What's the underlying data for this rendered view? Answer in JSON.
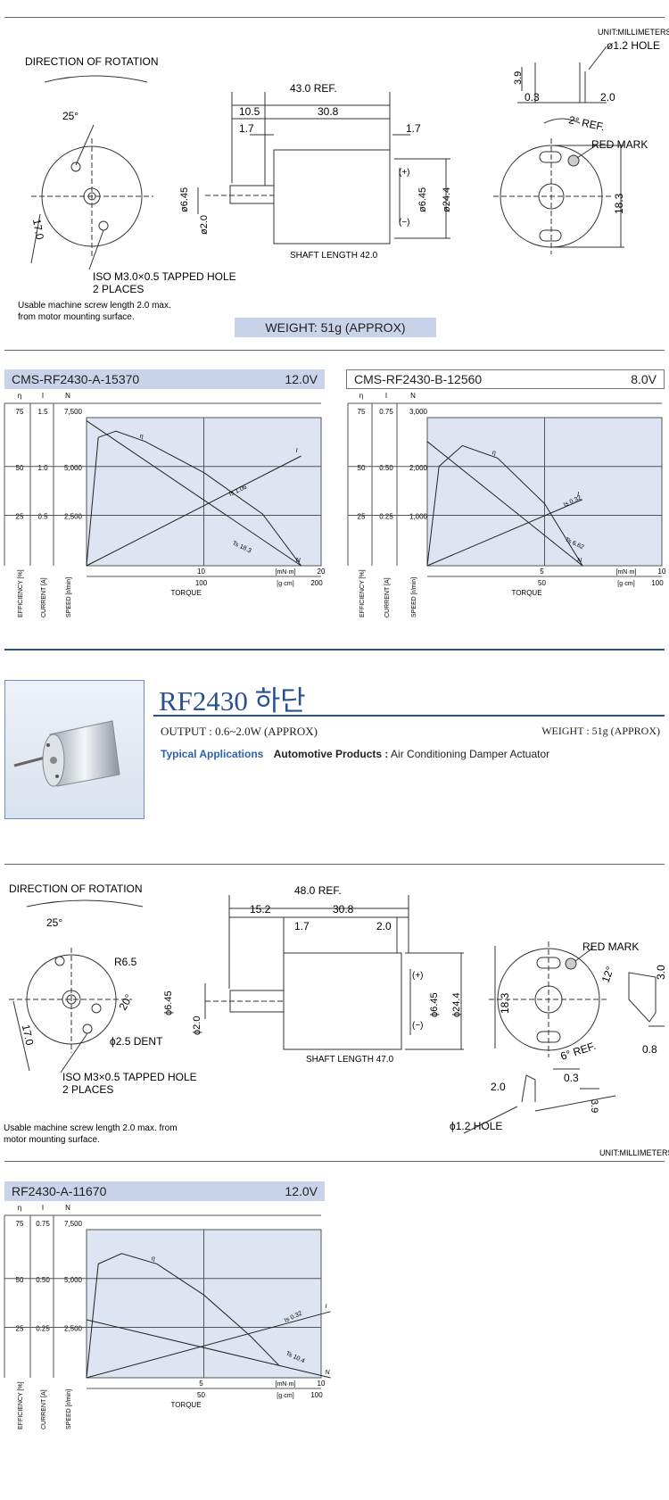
{
  "top_drawing": {
    "unit_label": "UNIT:MILLIMETERS",
    "direction_label": "DIRECTION OF ROTATION",
    "angle_25": "25°",
    "dim_170": "17.0",
    "tapped_hole_line1": "ISO M3.0×0.5 TAPPED HOLE",
    "tapped_hole_line2": "2 PLACES",
    "screw_note_line1": "Usable machine screw length 2.0 max.",
    "screw_note_line2": "from motor mounting surface.",
    "dim_43_ref": "43.0 REF.",
    "dim_10_5": "10.5",
    "dim_30_8": "30.8",
    "dim_1_7a": "1.7",
    "dim_1_7b": "1.7",
    "dim_645": "ø6.45",
    "dim_20": "ø2.0",
    "dim_645_right": "ø6.45",
    "dim_244": "ø24.4",
    "plus": "(+)",
    "minus": "(−)",
    "shaft_length": "SHAFT LENGTH 42.0",
    "hole_label": "ø1.2 HOLE",
    "dim_3_9": "3.9",
    "dim_0_3": "0.3",
    "dim_2_0": "2.0",
    "ref_2": "2° REF.",
    "red_mark": "RED MARK",
    "dim_18_3": "18.3",
    "weight": "WEIGHT: 51g (APPROX)"
  },
  "charts_top": [
    {
      "model": "CMS-RF2430-A-15370",
      "voltage": "12.0V",
      "eta_ticks": [
        "75",
        "50",
        "25"
      ],
      "i_ticks": [
        "1.5",
        "1.0",
        "0.5"
      ],
      "n_ticks": [
        "7,500",
        "5,000",
        "2,500"
      ],
      "mnm_ticks": [
        "10",
        "20"
      ],
      "gcm_ticks": [
        "100",
        "200"
      ],
      "mnm_unit": "[mN·m]",
      "gcm_unit": "[g·cm]",
      "torque": "TORQUE",
      "is_label": "Is 1.06",
      "ts_label": "Ts 18.3"
    },
    {
      "model": "CMS-RF2430-B-12560",
      "voltage": "8.0V",
      "eta_ticks": [
        "75",
        "50",
        "25"
      ],
      "i_ticks": [
        "0.75",
        "0.50",
        "0.25"
      ],
      "n_ticks": [
        "3,000",
        "2,000",
        "1,000"
      ],
      "mnm_ticks": [
        "5",
        "10"
      ],
      "gcm_ticks": [
        "50",
        "100"
      ],
      "mnm_unit": "[mN·m]",
      "gcm_unit": "[g·cm]",
      "torque": "TORQUE",
      "is_label": "Is 0.32",
      "ts_label": "Ts 6.62"
    }
  ],
  "axis_headers": {
    "eta": "η",
    "i": "I",
    "n": "N"
  },
  "axis_titles": {
    "efficiency": "EFFICIENCY [%]",
    "current": "CURRENT [A]",
    "speed": "SPEED [r/min]"
  },
  "product": {
    "title": "RF2430 하단",
    "output": "OUTPUT : 0.6~2.0W (APPROX)",
    "weight": "WEIGHT : 51g (APPROX)",
    "typical_label": "Typical Applications",
    "app_bold": "Automotive Products :",
    "app_text": "Air Conditioning Damper Actuator"
  },
  "bottom_drawing": {
    "direction_label": "DIRECTION OF ROTATION",
    "angle_25": "25°",
    "r65": "R6.5",
    "angle_20": "20°",
    "dim_170": "17.0",
    "dent": "ϕ2.5 DENT",
    "tapped_hole_line1": "ISO M3×0.5 TAPPED HOLE",
    "tapped_hole_line2": "2 PLACES",
    "screw_note_line1": "Usable machine screw length 2.0 max. from",
    "screw_note_line2": "motor mounting surface.",
    "dim_48_ref": "48.0 REF.",
    "dim_15_2": "15.2",
    "dim_30_8": "30.8",
    "dim_1_7": "1.7",
    "dim_2_0": "2.0",
    "dim_645": "ϕ6.45",
    "dim_20": "ϕ2.0",
    "dim_645_right": "ϕ6.45",
    "dim_244": "ϕ24.4",
    "plus": "(+)",
    "minus": "(−)",
    "shaft_length": "SHAFT LENGTH 47.0",
    "red_mark": "RED MARK",
    "dim_18_3": "18.3",
    "angle_12": "12°",
    "ref_6": "6° REF.",
    "dim_3_0": "3.0",
    "dim_0_8": "0.8",
    "dim_2_0b": "2.0",
    "dim_0_3": "0.3",
    "dim_3_9": "3.9",
    "hole_label": "ϕ1.2 HOLE",
    "unit_label": "UNIT:MILLIMETERS"
  },
  "chart_bottom": {
    "model": "RF2430-A-11670",
    "voltage": "12.0V",
    "eta_ticks": [
      "75",
      "50",
      "25"
    ],
    "i_ticks": [
      "0.75",
      "0.50",
      "0.25"
    ],
    "n_ticks": [
      "7,500",
      "5,000",
      "2,500"
    ],
    "mnm_ticks": [
      "5",
      "10"
    ],
    "gcm_ticks": [
      "50",
      "100"
    ],
    "mnm_unit": "[mN·m]",
    "gcm_unit": "[g·cm]",
    "torque": "TORQUE",
    "is_label": "Is 0.32",
    "ts_label": "Ts 10.4"
  },
  "chart_data": [
    {
      "type": "line",
      "title": "CMS-RF2430-A-15370 12.0V",
      "xlabel": "TORQUE",
      "xlim": [
        0,
        20
      ],
      "series": [
        {
          "name": "η",
          "x": [
            0,
            1,
            2.5,
            5,
            10,
            15,
            18.3
          ],
          "y": [
            0,
            62,
            65,
            60,
            45,
            25,
            0
          ]
        },
        {
          "name": "N",
          "x": [
            0,
            18.3
          ],
          "y": [
            7000,
            0
          ]
        },
        {
          "name": "I",
          "x": [
            0,
            18.3
          ],
          "y": [
            0,
            1.06
          ]
        }
      ]
    },
    {
      "type": "line",
      "title": "CMS-RF2430-B-12560 8.0V",
      "xlabel": "TORQUE",
      "xlim": [
        0,
        10
      ],
      "series": [
        {
          "name": "η",
          "x": [
            0,
            0.5,
            1.5,
            3,
            5,
            6.62
          ],
          "y": [
            0,
            48,
            58,
            52,
            30,
            0
          ]
        },
        {
          "name": "N",
          "x": [
            0,
            6.62
          ],
          "y": [
            2400,
            0
          ]
        },
        {
          "name": "I",
          "x": [
            0,
            6.62
          ],
          "y": [
            0,
            0.32
          ]
        }
      ]
    },
    {
      "type": "line",
      "title": "RF2430-A-11670 12.0V",
      "xlabel": "TORQUE",
      "xlim": [
        0,
        10
      ],
      "series": [
        {
          "name": "η",
          "x": [
            0,
            0.5,
            1.5,
            3,
            5,
            7,
            8.2
          ],
          "y": [
            0,
            55,
            60,
            55,
            40,
            20,
            6
          ]
        },
        {
          "name": "N",
          "x": [
            0,
            10.4
          ],
          "y": [
            2800,
            0
          ]
        },
        {
          "name": "I",
          "x": [
            0,
            10.4
          ],
          "y": [
            0,
            0.32
          ]
        }
      ]
    }
  ]
}
